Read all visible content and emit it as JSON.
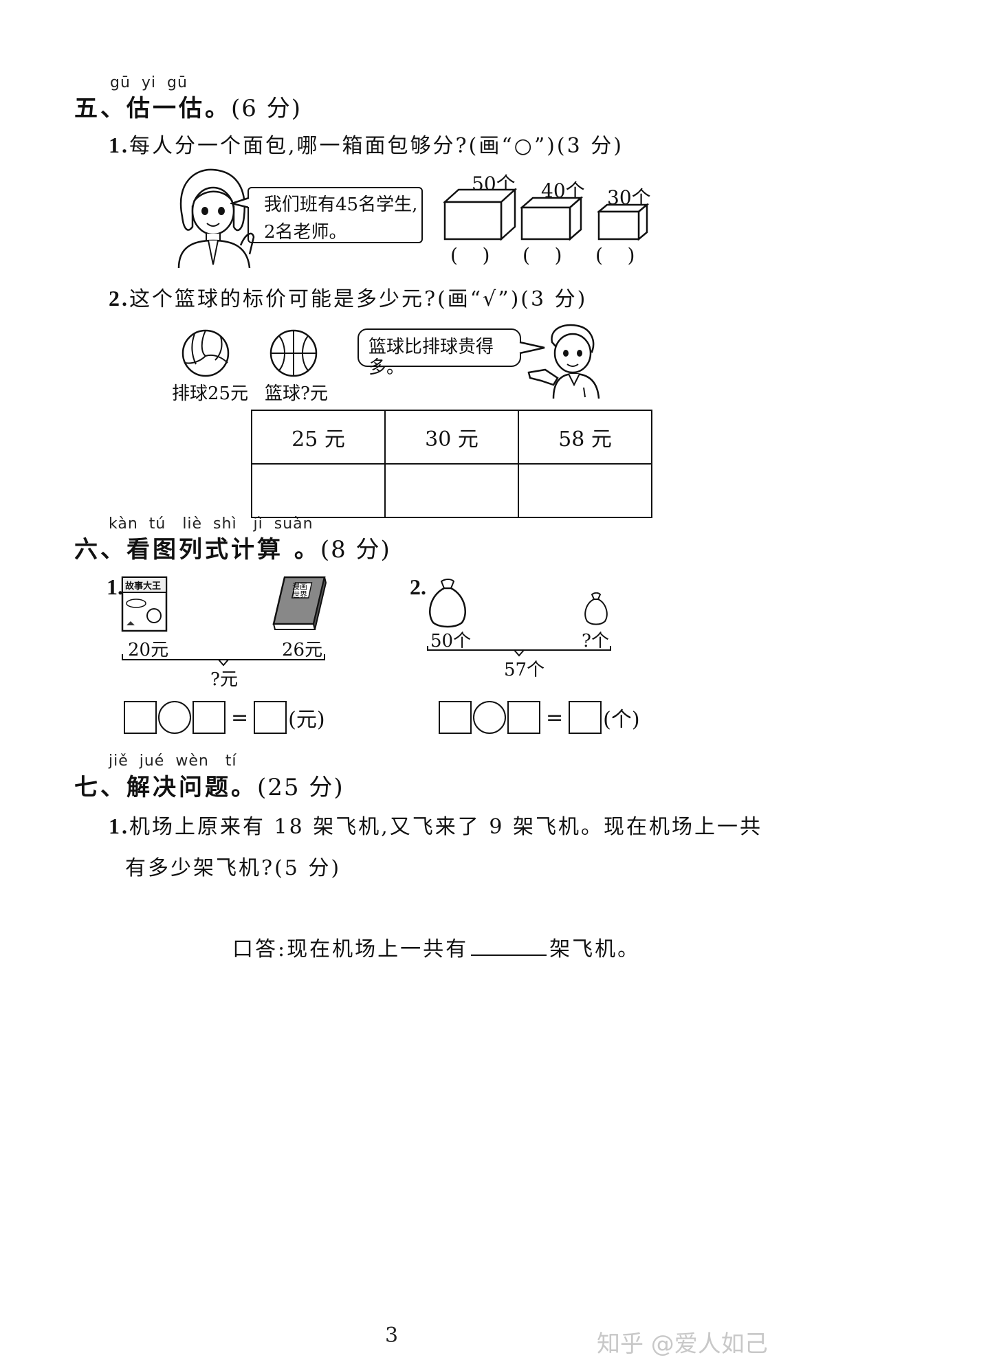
{
  "section5": {
    "pinyin": "gū  yi  gū",
    "title": "五、估一估。",
    "points": "(6 分)",
    "q1": {
      "num": "1.",
      "text": "每人分一个面包,哪一箱面包够分?(画“○”)(3 分)",
      "bubble_line1": "我们班有45名学生,",
      "bubble_line2": "2名老师。",
      "boxes": [
        {
          "label": "50个",
          "paren": "(    )"
        },
        {
          "label": "40个",
          "paren": "(    )"
        },
        {
          "label": "30个",
          "paren": "(    )"
        }
      ]
    },
    "q2": {
      "num": "2.",
      "text": "这个篮球的标价可能是多少元?(画“√”)(3 分)",
      "volleyball_label": "排球25元",
      "basketball_label": "篮球?元",
      "bubble": "篮球比排球贵得多。",
      "prices": [
        "25 元",
        "30 元",
        "58 元"
      ]
    }
  },
  "section6": {
    "pinyin": "kàn  tú   liè  shì   jì  suàn",
    "title": "六、看图列式计算 。",
    "points": "(8 分)",
    "p1": {
      "num": "1.",
      "book1_title": "故事大王",
      "book2_title": "漫画世界",
      "label_left": "20元",
      "label_right": "26元",
      "total": "?元",
      "unit": "(元)"
    },
    "p2": {
      "num": "2.",
      "label_left": "50个",
      "label_right": "?个",
      "total": "57个",
      "unit": "(个)"
    },
    "equals": "="
  },
  "section7": {
    "pinyin": "jiě  jué  wèn   tí",
    "title": "七、解决问题。",
    "points": "(25 分)",
    "q1": {
      "num": "1.",
      "line1": "机场上原来有 18 架飞机,又飞来了 9 架飞机。现在机场上一共",
      "line2": "有多少架飞机?(5 分)",
      "answer_prefix": "口答:现在机场上一共有",
      "answer_suffix": "架飞机。"
    }
  },
  "footer": {
    "page_number": "3",
    "watermark": "知乎 @爱人如己"
  }
}
